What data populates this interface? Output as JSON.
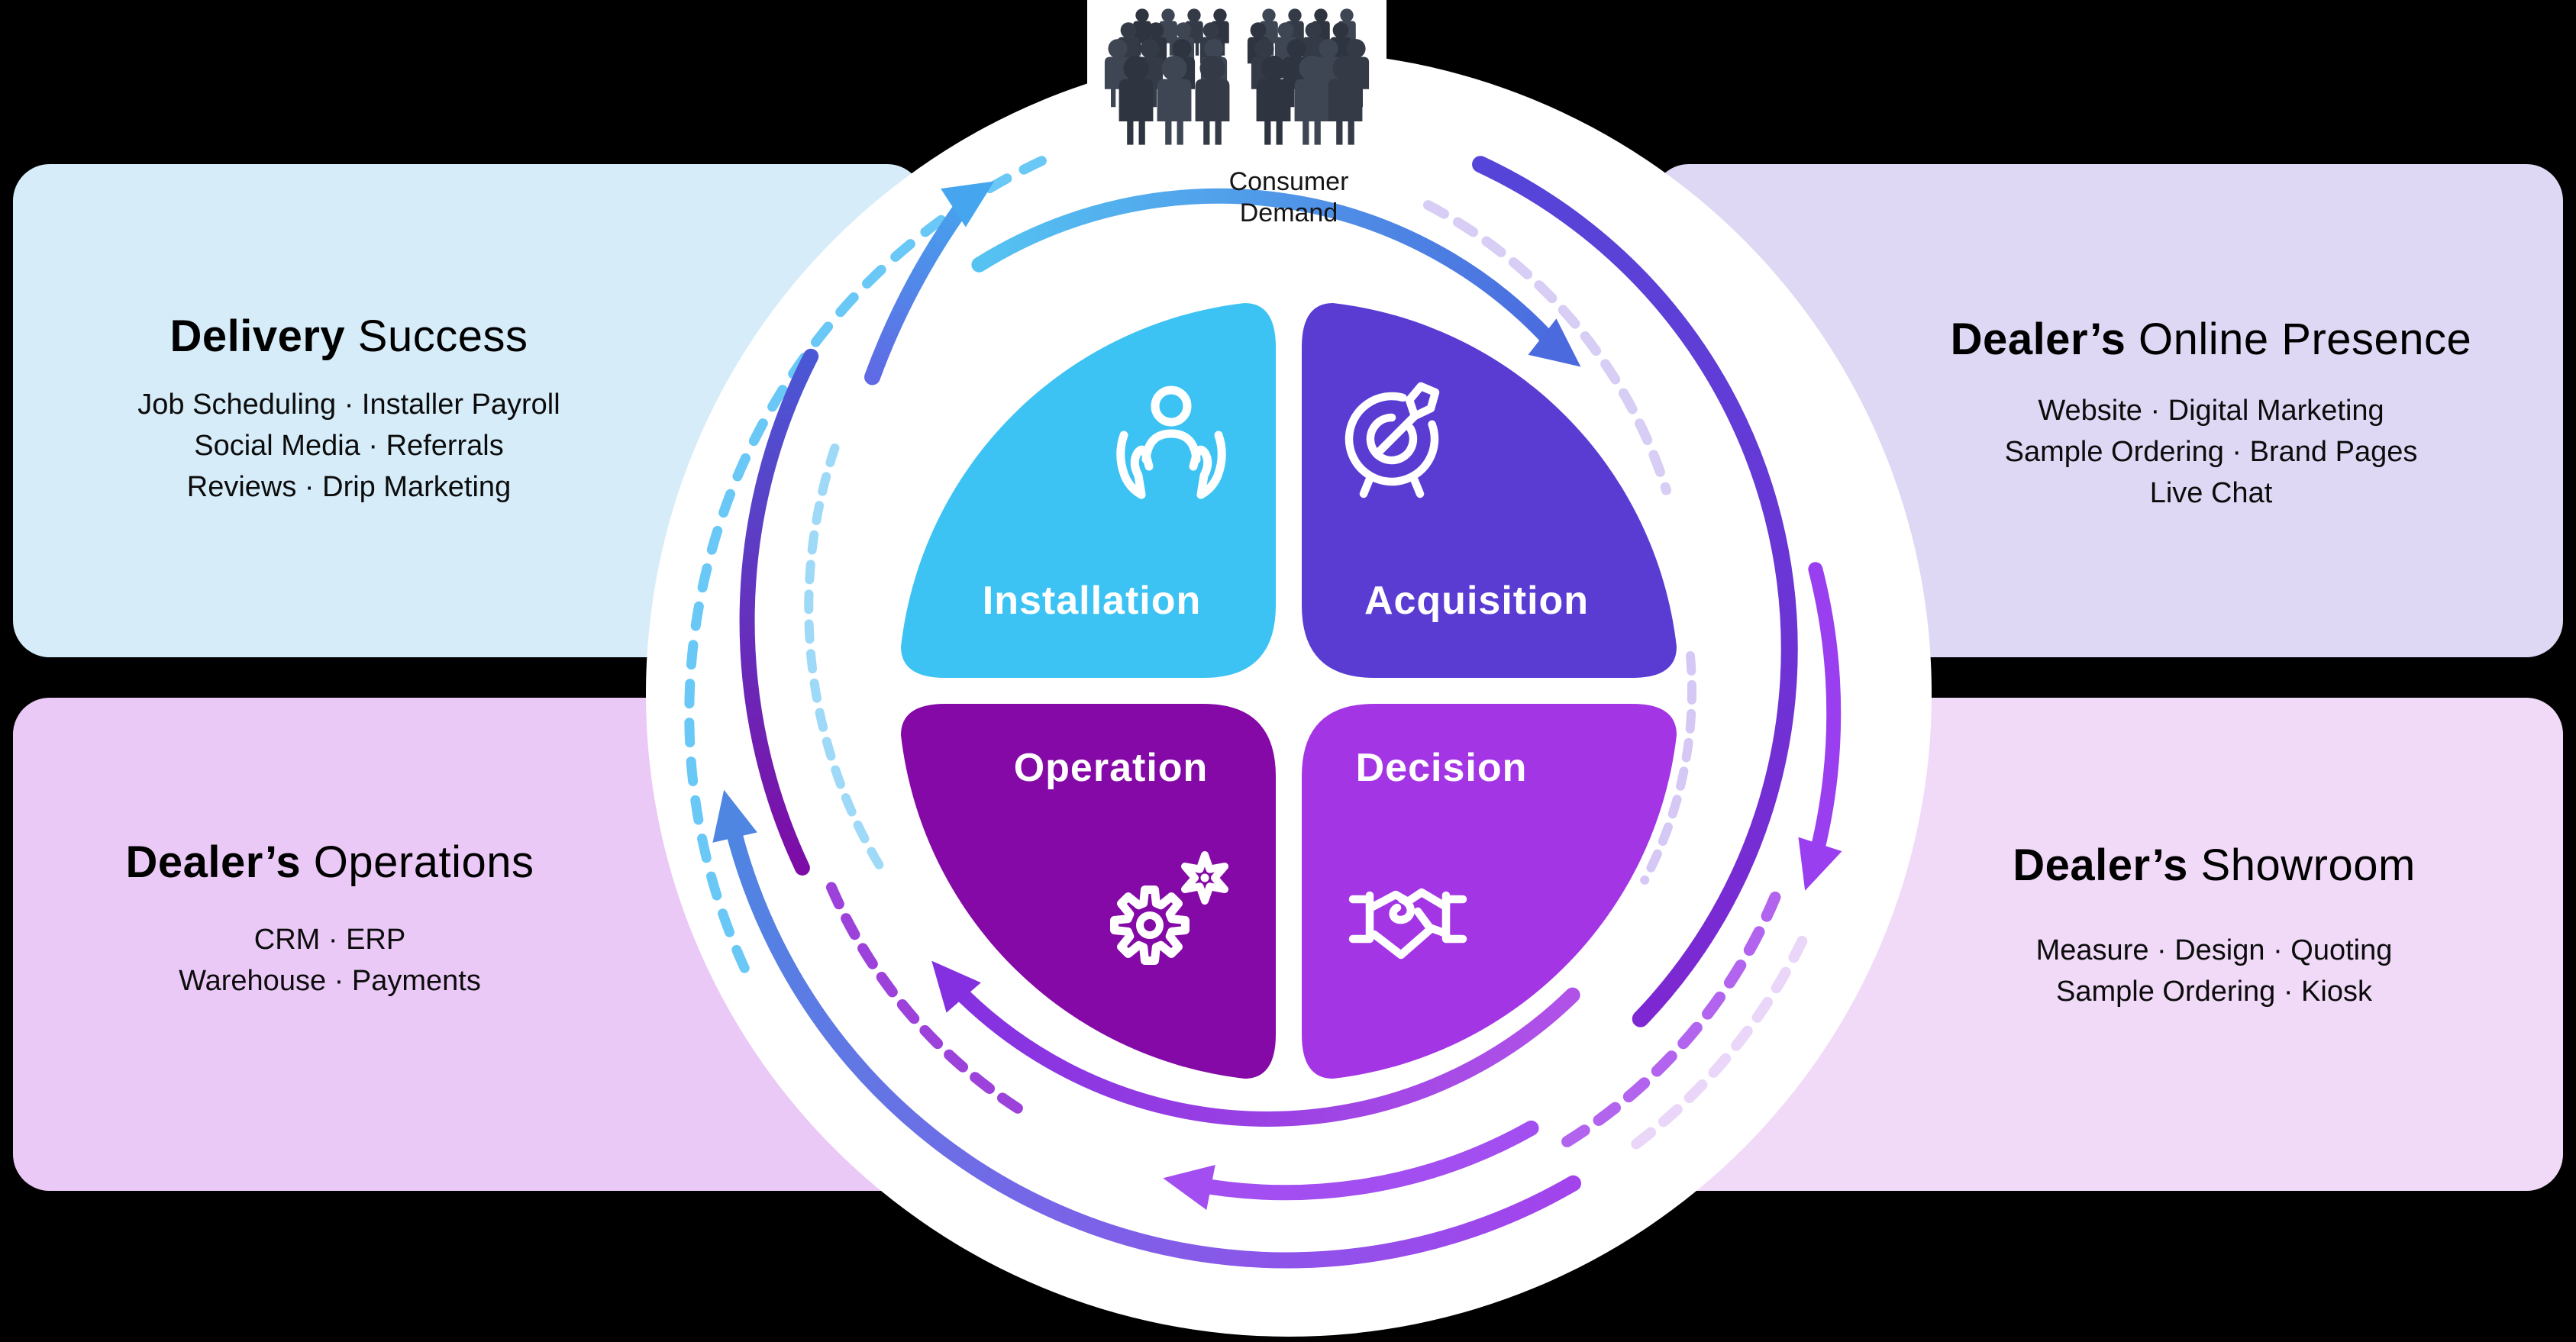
{
  "consumer": {
    "label": "Consumer\nDemand",
    "icon": "crowd-icon"
  },
  "panels": {
    "delivery": {
      "title_bold": "Delivery",
      "title_rest": " Success",
      "body": "Job Scheduling · Installer Payroll\nSocial Media · Referrals\nReviews · Drip Marketing",
      "bg": "#d6ecf9"
    },
    "online": {
      "title_bold": "Dealer’s",
      "title_rest": " Online Presence",
      "body": "Website · Digital Marketing\nSample Ordering · Brand Pages\nLive Chat",
      "bg": "#ded8f4"
    },
    "operations": {
      "title_bold": "Dealer’s",
      "title_rest": " Operations",
      "body": "CRM · ERP\nWarehouse · Payments",
      "bg": "#ebc9f7"
    },
    "showroom": {
      "title_bold": "Dealer’s",
      "title_rest": " Showroom",
      "body": "Measure · Design · Quoting\nSample Ordering · Kiosk",
      "bg": "#f0daf8"
    }
  },
  "quadrants": [
    {
      "label": "Installation",
      "color": "#3dc3f3",
      "icon": "care-hands-icon"
    },
    {
      "label": "Acquisition",
      "color": "#5a3cd3",
      "icon": "target-dart-icon"
    },
    {
      "label": "Operation",
      "color": "#8409a6",
      "icon": "gears-icon"
    },
    {
      "label": "Decision",
      "color": "#a335e5",
      "icon": "handshake-icon"
    }
  ],
  "arrow_colors": {
    "blue": "#45a5ee",
    "indigo": "#5545d8",
    "violet": "#9a3ff0",
    "purple": "#a24ef0",
    "cyan_dashed": "#6ac8f6"
  }
}
